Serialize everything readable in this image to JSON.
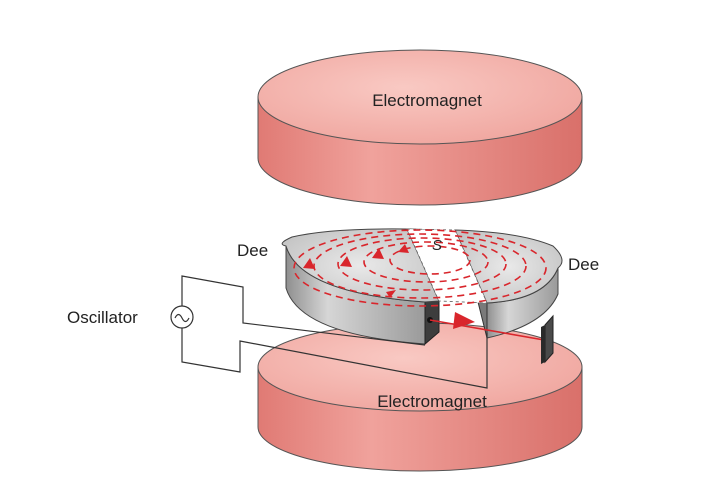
{
  "labels": {
    "top_magnet": "Electromagnet",
    "bottom_magnet": "Electromagnet",
    "dee_left": "Dee",
    "dee_right": "Dee",
    "oscillator": "Oscillator",
    "source_symbol": "S"
  },
  "colors": {
    "magnet_face": "#f2aea8",
    "magnet_side": "#e9857f",
    "dee_metal": "#cfcfcf",
    "dee_side": "#a9a9a9",
    "beam": "#d9262c",
    "wire": "#333333"
  }
}
